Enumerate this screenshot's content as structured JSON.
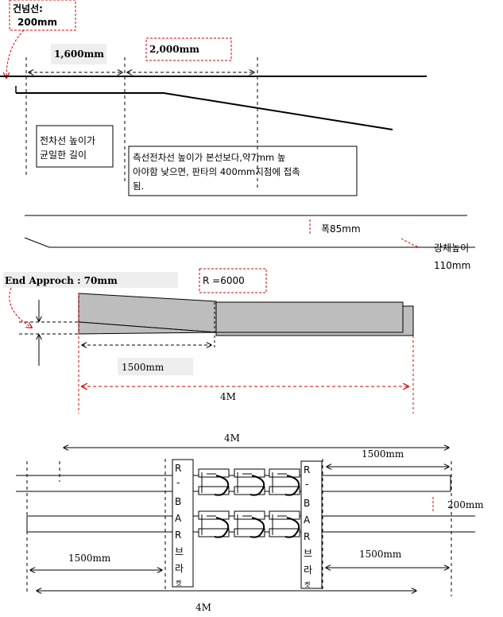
{
  "top": {
    "clearance_label_1": "건넘선:",
    "clearance_label_2": "200mm",
    "dim_1600": "1,600mm",
    "dim_2000": "2,000mm",
    "note_uniform_1": "전차선 높이가",
    "note_uniform_2": "균일한 길이",
    "note_side_1": "측선전차선 높이가 본선보다,약7mm 높",
    "note_side_2": "아야함   낮으면, 판타의 400mm지점에 접촉",
    "note_side_3": "됨.",
    "width_label": "폭85mm",
    "body_height_label_1": "강체높이",
    "body_height_label_2": "110mm"
  },
  "middle": {
    "end_approach": "End Approch : 70mm",
    "radius": "R =6000",
    "dim_1500": "1500mm",
    "dim_4m": "4M"
  },
  "bottom": {
    "dim_4m_top": "4M",
    "dim_1500_top": "1500mm",
    "dim_200": "200mm",
    "dim_1500_left": "1500mm",
    "dim_1500_right": "1500mm",
    "dim_4m_bottom": "4M",
    "bracket_left_chars": [
      "R",
      "-",
      "B",
      "A",
      "R",
      "브",
      "라",
      "켓"
    ],
    "bracket_right_chars": [
      "R",
      "-",
      "B",
      "A",
      "R",
      "브",
      "라",
      "켓"
    ]
  }
}
